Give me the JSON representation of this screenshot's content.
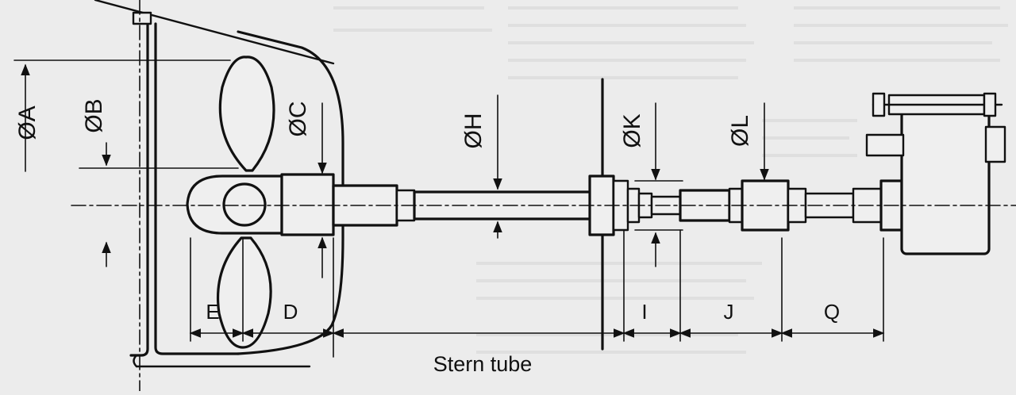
{
  "diagram": {
    "labels": {
      "dia_a": "ØA",
      "dia_b": "ØB",
      "dia_c": "ØC",
      "dia_h": "ØH",
      "dia_k": "ØK",
      "dia_l": "ØL",
      "len_e": "E",
      "len_d": "D",
      "len_i": "I",
      "len_j": "J",
      "len_q": "Q",
      "stern_tube": "Stern tube"
    },
    "colors": {
      "ink": "#111111",
      "paper": "#ececec"
    }
  }
}
